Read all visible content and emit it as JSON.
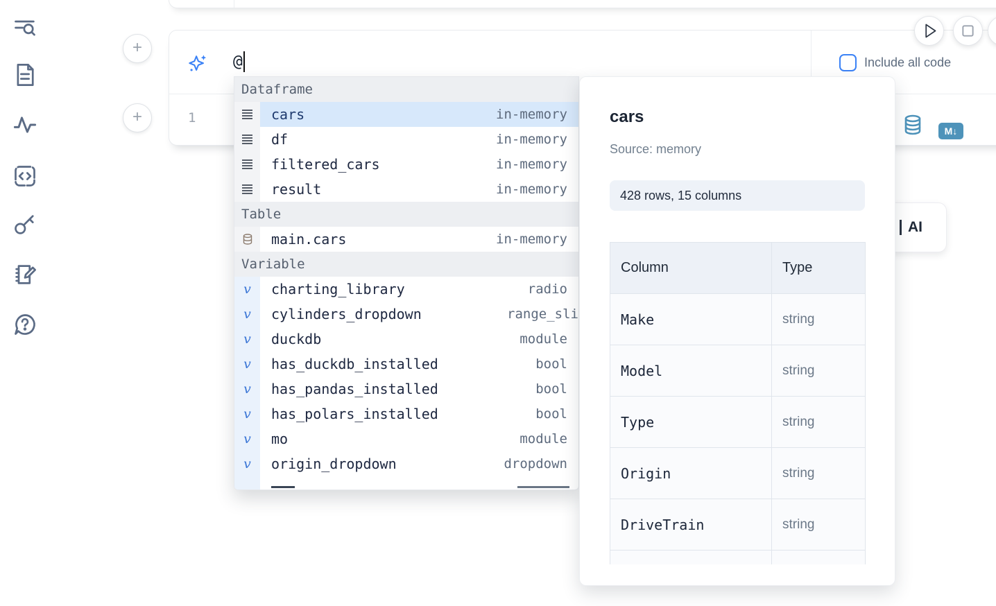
{
  "colors": {
    "accent_blue": "#3b82f6",
    "steel_blue": "#4e93ba",
    "selected_row_bg": "#d7e8fb",
    "section_header_bg": "#edeff2",
    "sidebar_icon": "#5b6b85"
  },
  "sidebar": {
    "icons": [
      "search-list-icon",
      "document-icon",
      "activity-icon",
      "code-box-icon",
      "key-icon",
      "scratchpad-icon",
      "help-chat-icon"
    ]
  },
  "toolbar": {
    "run_icon": "play-icon",
    "stop_icon": "stop-icon"
  },
  "prompt_cell": {
    "input_value": "@",
    "include_all_code_label": "Include all code",
    "checkbox_checked": false,
    "line_number": "1",
    "icons": [
      "sparkle-ai-icon",
      "database-icon",
      "markdown-icon"
    ]
  },
  "ai_button": {
    "label": "AI"
  },
  "autocomplete": {
    "sections": [
      {
        "label": "Dataframe",
        "items": [
          {
            "name": "cars",
            "type": "in-memory",
            "selected": true
          },
          {
            "name": "df",
            "type": "in-memory"
          },
          {
            "name": "filtered_cars",
            "type": "in-memory"
          },
          {
            "name": "result",
            "type": "in-memory"
          }
        ]
      },
      {
        "label": "Table",
        "items": [
          {
            "name": "main.cars",
            "type": "in-memory"
          }
        ]
      },
      {
        "label": "Variable",
        "items": [
          {
            "name": "charting_library",
            "type": "radio"
          },
          {
            "name": "cylinders_dropdown",
            "type": "range_sli"
          },
          {
            "name": "duckdb",
            "type": "module"
          },
          {
            "name": "has_duckdb_installed",
            "type": "bool"
          },
          {
            "name": "has_pandas_installed",
            "type": "bool"
          },
          {
            "name": "has_polars_installed",
            "type": "bool"
          },
          {
            "name": "mo",
            "type": "module"
          },
          {
            "name": "origin_dropdown",
            "type": "dropdown"
          }
        ]
      }
    ]
  },
  "preview": {
    "title": "cars",
    "source": "Source: memory",
    "shape_badge": "428 rows, 15 columns",
    "table": {
      "headers": [
        "Column",
        "Type"
      ],
      "rows": [
        [
          "Make",
          "string"
        ],
        [
          "Model",
          "string"
        ],
        [
          "Type",
          "string"
        ],
        [
          "Origin",
          "string"
        ],
        [
          "DriveTrain",
          "string"
        ]
      ]
    }
  }
}
